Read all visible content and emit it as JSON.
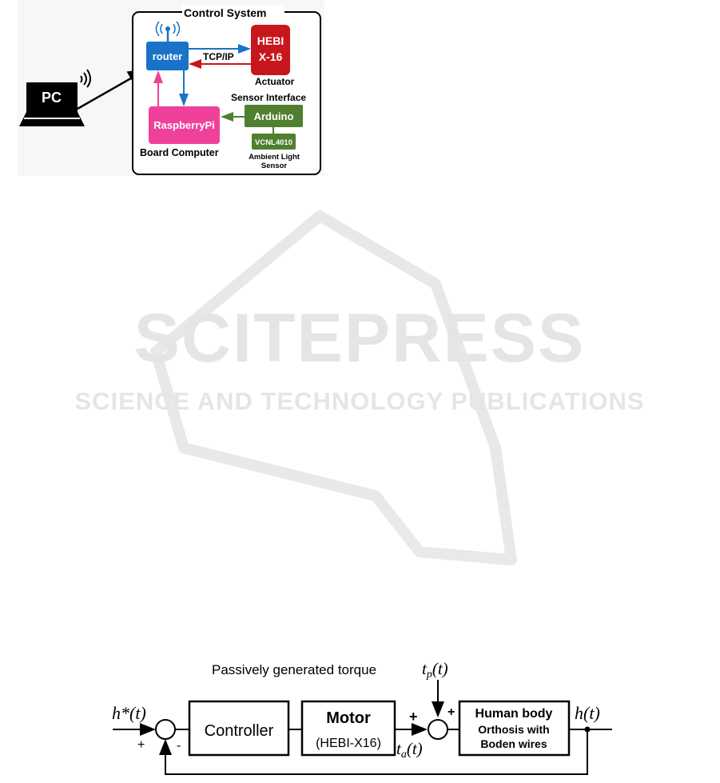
{
  "top_diagram": {
    "pc_label": "PC",
    "control_system_title": "Control System",
    "router_label": "router",
    "protocol_label": "TCP/IP",
    "actuator_line1": "HEBI",
    "actuator_line2": "X-16",
    "actuator_caption": "Actuator",
    "sensor_interface_caption": "Sensor Interface",
    "arduino_label": "Arduino",
    "raspberry_label": "RaspberryPi",
    "board_caption": "Board Computer",
    "sensor_chip_label": "VCNL4010",
    "ambient_caption_line1": "Ambient Light",
    "ambient_caption_line2": "Sensor",
    "colors": {
      "router": "#1a73c7",
      "actuator": "#c8161d",
      "raspberry": "#f0419a",
      "arduino": "#4f7f2f",
      "sensor_chip": "#4f7f2f"
    }
  },
  "watermark": {
    "title": "SCITEPRESS",
    "subtitle": "SCIENCE AND TECHNOLOGY PUBLICATIONS"
  },
  "block_diagram": {
    "top_label": "Passively generated torque",
    "tp_symbol": "t",
    "tp_sub": "p",
    "tp_arg": "(t)",
    "input_symbol": "h*(t)",
    "output_symbol": "h(t)",
    "controller_label": "Controller",
    "motor_line1": "Motor",
    "motor_line2": "(HEBI-X16)",
    "ta_symbol": "t",
    "ta_sub": "a",
    "ta_arg": "(t)",
    "human_line1": "Human body",
    "human_line2": "Orthosis with",
    "human_line3": "Boden wires",
    "sign_plus_input": "+",
    "sign_minus_feedback": "-",
    "sign_plus_ta": "+",
    "sign_plus_tp": "+"
  }
}
